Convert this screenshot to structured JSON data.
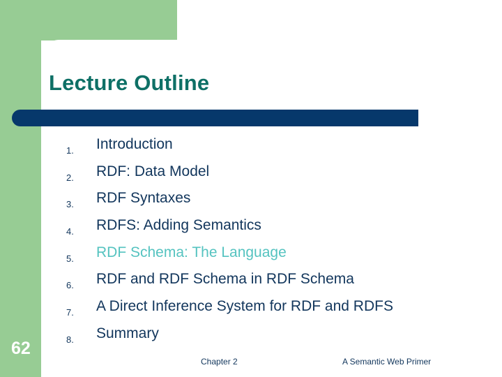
{
  "slide": {
    "title": "Lecture Outline",
    "page_number": "62",
    "colors": {
      "green": "#97cc94",
      "title_teal": "#0e7066",
      "rule_navy": "#06386b",
      "text_navy": "#12365c",
      "highlight_cyan": "#55c3c0",
      "background": "#ffffff"
    }
  },
  "outline": {
    "items": [
      {
        "number": "1.",
        "label": "Introduction",
        "highlighted": false
      },
      {
        "number": "2.",
        "label": "RDF: Data Model",
        "highlighted": false
      },
      {
        "number": "3.",
        "label": "RDF Syntaxes",
        "highlighted": false
      },
      {
        "number": "4.",
        "label": "RDFS: Adding Semantics",
        "highlighted": false
      },
      {
        "number": "5.",
        "label": "RDF Schema: The Language",
        "highlighted": true
      },
      {
        "number": "6.",
        "label": "RDF and RDF Schema in RDF Schema",
        "highlighted": false
      },
      {
        "number": "7.",
        "label": "A Direct Inference System for RDF and RDFS",
        "highlighted": false
      },
      {
        "number": "8.",
        "label": "Summary",
        "highlighted": false
      }
    ]
  },
  "footer": {
    "chapter": "Chapter 2",
    "book": "A Semantic Web Primer"
  }
}
